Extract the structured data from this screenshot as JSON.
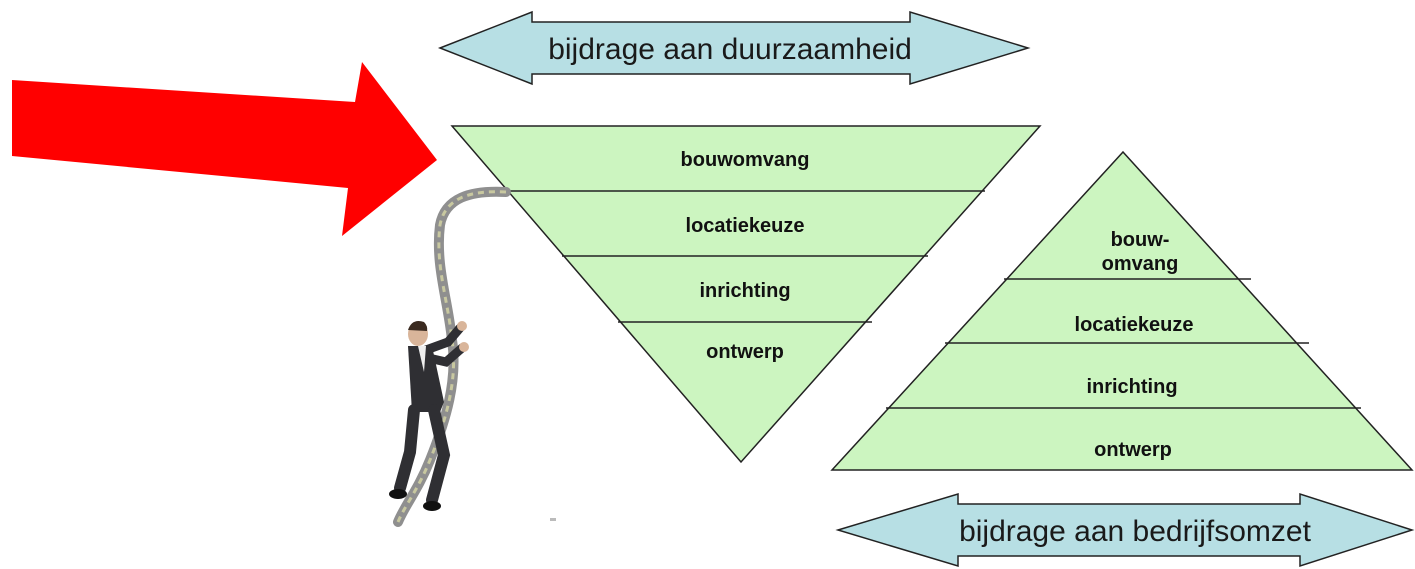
{
  "colors": {
    "red_arrow": "#ff0000",
    "double_arrow_fill": "#b7dfe4",
    "pyramid_fill": "#ccf5c0",
    "outline": "#222222",
    "rope": "#8f8f8f",
    "suit": "#2f2f33"
  },
  "top_arrow": {
    "label": "bijdrage aan duurzaamheid"
  },
  "bottom_arrow": {
    "label": "bijdrage aan bedrijfsomzet"
  },
  "inverted_pyramid": {
    "levels": [
      "bouwomvang",
      "locatiekeuze",
      "inrichting",
      "ontwerp"
    ]
  },
  "upright_pyramid": {
    "levels": [
      {
        "line1": "bouw-",
        "line2": "omvang"
      },
      {
        "line1": "locatiekeuze"
      },
      {
        "line1": "inrichting"
      },
      {
        "line1": "ontwerp"
      }
    ]
  },
  "illustration": {
    "subject": "businessman-climbing-rope"
  },
  "icons": {
    "pointer": "red-arrow-icon"
  }
}
